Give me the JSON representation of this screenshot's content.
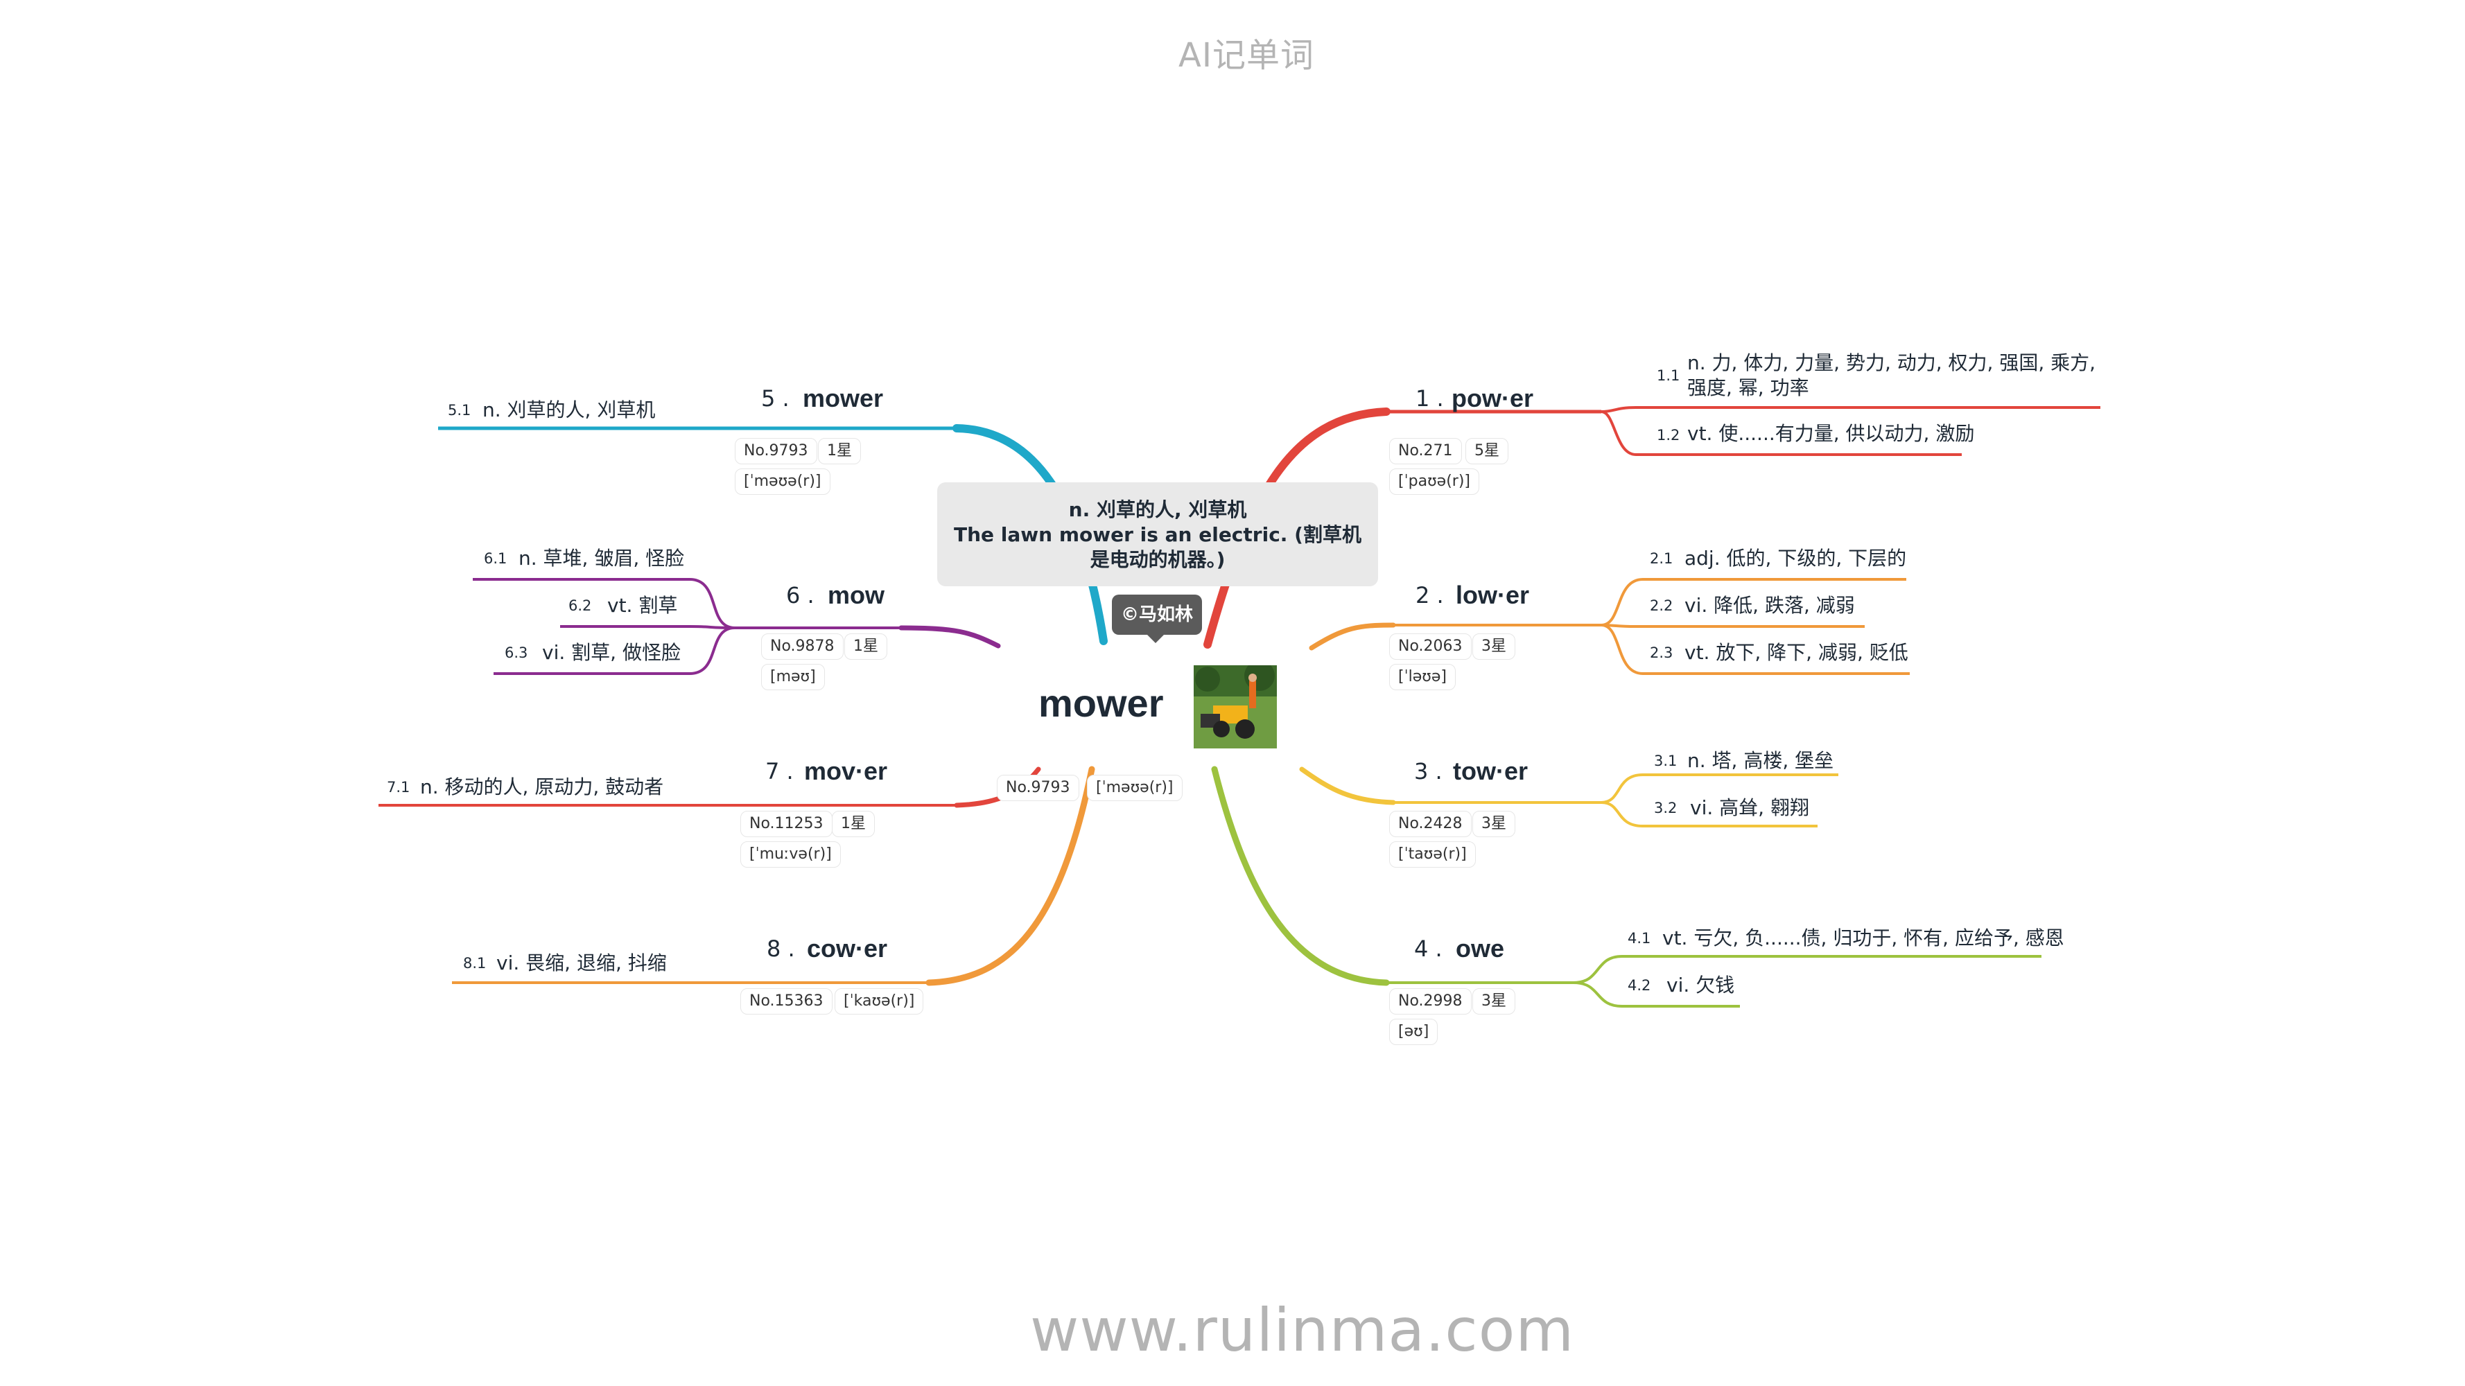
{
  "title": "AI记单词",
  "footer": "www.rulinma.com",
  "center": {
    "word": "mower",
    "no": "No.9793",
    "phonetic": "[ˈməʊə(r)]",
    "image_alt": "lawn tractor photo"
  },
  "tooltip": {
    "line1": "n. 刈草的人, 刈草机",
    "line2": "The lawn mower is an electric. (割草机是电动的机器。)",
    "author": "©马如林"
  },
  "branches": [
    {
      "num": "1 .",
      "word": "pow·er",
      "no": "No.271",
      "stars": "5星",
      "phonetic": "[ˈpaʊə(r)]",
      "color": "#e2453c",
      "defs": [
        {
          "num": "1.1",
          "text": "n. 力, 体力, 力量, 势力, 动力, 权力, 强国, 乘方, 强度, 幂, 功率"
        },
        {
          "num": "1.2",
          "text": "vt. 使......有力量, 供以动力, 激励"
        }
      ]
    },
    {
      "num": "2 .",
      "word": "low·er",
      "no": "No.2063",
      "stars": "3星",
      "phonetic": "[ˈləʊə]",
      "color": "#f0993a",
      "defs": [
        {
          "num": "2.1",
          "text": "adj. 低的, 下级的, 下层的"
        },
        {
          "num": "2.2",
          "text": "vi. 降低, 跌落, 减弱"
        },
        {
          "num": "2.3",
          "text": "vt. 放下, 降下, 减弱, 贬低"
        }
      ]
    },
    {
      "num": "3 .",
      "word": "tow·er",
      "no": "No.2428",
      "stars": "3星",
      "phonetic": "[ˈtaʊə(r)]",
      "color": "#f2c43c",
      "defs": [
        {
          "num": "3.1",
          "text": "n. 塔, 高楼, 堡垒"
        },
        {
          "num": "3.2",
          "text": "vi. 高耸, 翱翔"
        }
      ]
    },
    {
      "num": "4 .",
      "word": "owe",
      "no": "No.2998",
      "stars": "3星",
      "phonetic": "[əʊ]",
      "color": "#9dc23f",
      "defs": [
        {
          "num": "4.1",
          "text": "vt. 亏欠, 负......债, 归功于, 怀有, 应给予, 感恩"
        },
        {
          "num": "4.2",
          "text": "vi. 欠钱"
        }
      ]
    },
    {
      "num": "5 .",
      "word": "mower",
      "no": "No.9793",
      "stars": "1星",
      "phonetic": "[ˈməʊə(r)]",
      "color": "#1fa8c9",
      "defs": [
        {
          "num": "5.1",
          "text": "n. 刈草的人, 刈草机"
        }
      ]
    },
    {
      "num": "6 .",
      "word": "mow",
      "no": "No.9878",
      "stars": "1星",
      "phonetic": "[məʊ]",
      "color": "#8b2c8f",
      "defs": [
        {
          "num": "6.1",
          "text": "n. 草堆, 皱眉, 怪脸"
        },
        {
          "num": "6.2",
          "text": "vt. 割草"
        },
        {
          "num": "6.3",
          "text": "vi. 割草, 做怪脸"
        }
      ]
    },
    {
      "num": "7 .",
      "word": "mov·er",
      "no": "No.11253",
      "stars": "1星",
      "phonetic": "[ˈmuːvə(r)]",
      "color": "#e2453c",
      "defs": [
        {
          "num": "7.1",
          "text": "n. 移动的人, 原动力, 鼓动者"
        }
      ]
    },
    {
      "num": "8 .",
      "word": "cow·er",
      "no": "No.15363",
      "stars": "",
      "phonetic": "[ˈkaʊə(r)]",
      "color": "#f0993a",
      "defs": [
        {
          "num": "8.1",
          "text": "vi. 畏缩, 退缩, 抖缩"
        }
      ]
    }
  ]
}
